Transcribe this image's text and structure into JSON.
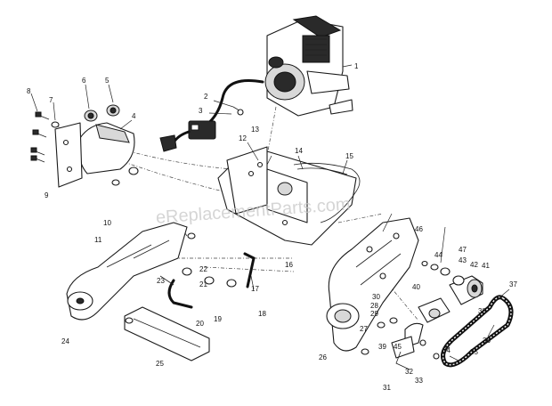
{
  "watermark": "eReplacementParts.com",
  "callouts": [
    "1",
    "2",
    "3",
    "4",
    "5",
    "6",
    "7",
    "8",
    "9",
    "10",
    "11",
    "12",
    "13",
    "14",
    "15",
    "16",
    "17",
    "18",
    "19",
    "20",
    "21",
    "22",
    "23",
    "24",
    "25",
    "26",
    "27",
    "28",
    "29",
    "30",
    "31",
    "32",
    "33",
    "34",
    "35",
    "36",
    "37",
    "38",
    "39",
    "40",
    "41",
    "42",
    "43",
    "44",
    "45",
    "46",
    "47"
  ]
}
